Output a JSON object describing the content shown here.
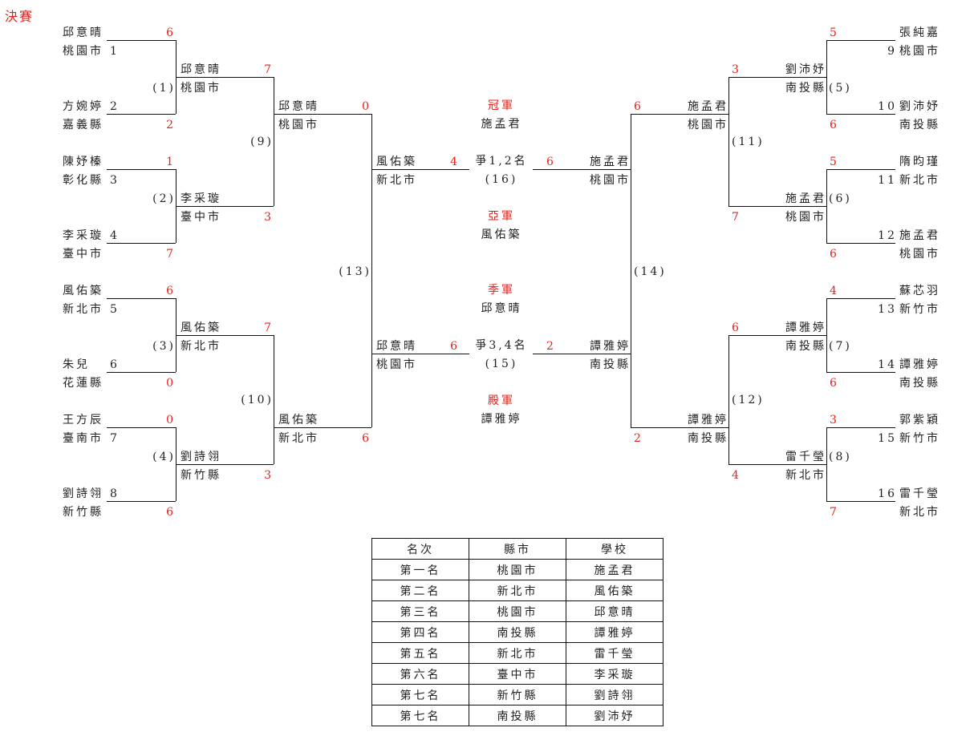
{
  "title": "決賽",
  "left_r1": [
    {
      "seed": "1",
      "name": "邱意晴",
      "city": "桃園市",
      "score": "6"
    },
    {
      "seed": "2",
      "name": "方婉婷",
      "city": "嘉義縣",
      "score": "2"
    },
    {
      "seed": "3",
      "name": "陳妤榛",
      "city": "彰化縣",
      "score": "1"
    },
    {
      "seed": "4",
      "name": "李采璇",
      "city": "臺中市",
      "score": "7"
    },
    {
      "seed": "5",
      "name": "風佑築",
      "city": "新北市",
      "score": "6"
    },
    {
      "seed": "6",
      "name": "朱兒",
      "city": "花蓮縣",
      "score": "0"
    },
    {
      "seed": "7",
      "name": "王方辰",
      "city": "臺南市",
      "score": "0"
    },
    {
      "seed": "8",
      "name": "劉詩翎",
      "city": "新竹縣",
      "score": "6"
    }
  ],
  "right_r1": [
    {
      "seed": "9",
      "name": "張純嘉",
      "city": "桃園市",
      "score": "5"
    },
    {
      "seed": "10",
      "name": "劉沛妤",
      "city": "南投縣",
      "score": "6"
    },
    {
      "seed": "11",
      "name": "隋昀瑾",
      "city": "新北市",
      "score": "5"
    },
    {
      "seed": "12",
      "name": "施孟君",
      "city": "桃園市",
      "score": "6"
    },
    {
      "seed": "13",
      "name": "蘇芯羽",
      "city": "新竹市",
      "score": "4"
    },
    {
      "seed": "14",
      "name": "譚雅婷",
      "city": "南投縣",
      "score": "6"
    },
    {
      "seed": "15",
      "name": "郭紫穎",
      "city": "新竹市",
      "score": "3"
    },
    {
      "seed": "16",
      "name": "雷千瑩",
      "city": "新北市",
      "score": "7"
    }
  ],
  "left_r2": [
    {
      "match": "(1)",
      "name": "邱意晴",
      "city": "桃園市",
      "score": "7"
    },
    {
      "match": "(2)",
      "name": "李采璇",
      "city": "臺中市",
      "score": "3"
    },
    {
      "match": "(3)",
      "name": "風佑築",
      "city": "新北市",
      "score": "7"
    },
    {
      "match": "(4)",
      "name": "劉詩翎",
      "city": "新竹縣",
      "score": "3"
    }
  ],
  "right_r2": [
    {
      "match": "(5)",
      "name": "劉沛妤",
      "city": "南投縣",
      "score": "3"
    },
    {
      "match": "(6)",
      "name": "施孟君",
      "city": "桃園市",
      "score": "7"
    },
    {
      "match": "(7)",
      "name": "譚雅婷",
      "city": "南投縣",
      "score": "6"
    },
    {
      "match": "(8)",
      "name": "雷千瑩",
      "city": "新北市",
      "score": "4"
    }
  ],
  "left_r3": [
    {
      "match": "(9)",
      "name": "邱意晴",
      "city": "桃園市",
      "score": "0"
    },
    {
      "match": "(10)",
      "name": "風佑築",
      "city": "新北市",
      "score": "6"
    }
  ],
  "right_r3": [
    {
      "match": "(11)",
      "name": "施孟君",
      "city": "桃園市",
      "score": "6"
    },
    {
      "match": "(12)",
      "name": "譚雅婷",
      "city": "南投縣",
      "score": "2"
    }
  ],
  "left_r4": {
    "match": "(13)",
    "entries": [
      {
        "name": "風佑築",
        "city": "新北市",
        "score": "4"
      },
      {
        "name": "邱意晴",
        "city": "桃園市",
        "score": "6"
      }
    ]
  },
  "right_r4": {
    "match": "(14)",
    "entries": [
      {
        "name": "施孟君",
        "city": "桃園市",
        "score": "6"
      },
      {
        "name": "譚雅婷",
        "city": "南投縣",
        "score": "2"
      }
    ]
  },
  "center": {
    "champion_label": "冠軍",
    "champion": "施孟君",
    "final_label": "爭1,2名",
    "final_match": "(16)",
    "runner_up_label": "亞軍",
    "runner_up": "風佑築",
    "third_label": "季軍",
    "third": "邱意晴",
    "bronze_label": "爭3,4名",
    "bronze_match": "(15)",
    "fourth_label": "殿軍",
    "fourth": "譚雅婷"
  },
  "standings": {
    "headers": [
      "名次",
      "縣市",
      "學校"
    ],
    "rows": [
      [
        "第一名",
        "桃園市",
        "施孟君"
      ],
      [
        "第二名",
        "新北市",
        "風佑築"
      ],
      [
        "第三名",
        "桃園市",
        "邱意晴"
      ],
      [
        "第四名",
        "南投縣",
        "譚雅婷"
      ],
      [
        "第五名",
        "新北市",
        "雷千瑩"
      ],
      [
        "第六名",
        "臺中市",
        "李采璇"
      ],
      [
        "第七名",
        "新竹縣",
        "劉詩翎"
      ],
      [
        "第七名",
        "南投縣",
        "劉沛妤"
      ]
    ]
  },
  "colors": {
    "score": "#e8201a",
    "title": "#e8201a",
    "line": "#111111"
  }
}
